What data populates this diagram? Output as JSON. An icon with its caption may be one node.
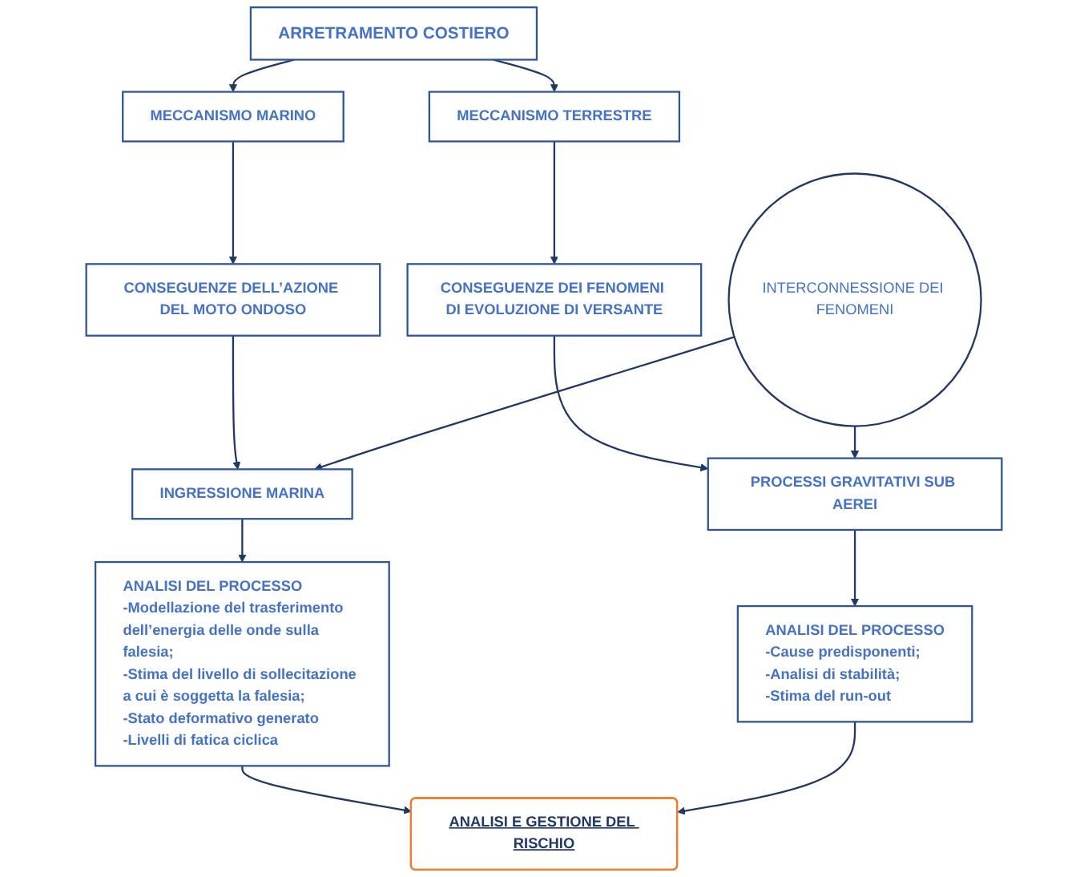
{
  "diagram": {
    "nodes": [
      {
        "text": [
          "ARRETRAMENTO COSTIERO"
        ]
      },
      {
        "text": [
          "MECCANISMO MARINO"
        ]
      },
      {
        "text": [
          "MECCANISMO TERRESTRE"
        ]
      },
      {
        "text": [
          "CONSEGUENZE DELL’AZIONE DEL MOTO ONDOSO"
        ]
      },
      {
        "text": [
          "CONSEGUENZE DEI FENOMENI DI EVOLUZIONE DI VERSANTE"
        ]
      },
      {
        "text": [
          "INGRESSIONE MARINA"
        ]
      },
      {
        "text": [
          "INTERCONNESSIONE DEI FENOMENI"
        ]
      },
      {
        "text": [
          "PROCESSI GRAVITATIVI SUB AEREI"
        ]
      },
      {
        "text": [
          "ANALISI DEL PROCESSO",
          "-Modellazione del trasferimento dell’energia delle onde sulla falesia;",
          "-Stima del livello di sollecitazione a cui è soggetta la falesia;",
          "-Stato deformativo generato",
          "-Livelli di fatica ciclica"
        ]
      },
      {
        "text": [
          "ANALISI DEL PROCESSO",
          "-Cause predisponenti;",
          "-Analisi di stabilità;",
          "-Stima del run-out"
        ]
      },
      {
        "text": [
          "ANALISI E GESTIONE DEL RISCHIO"
        ]
      }
    ],
    "edges": [
      {
        "from": 0,
        "to": 1,
        "arrow": "to"
      },
      {
        "from": 0,
        "to": 2,
        "arrow": "to"
      },
      {
        "from": 1,
        "to": 3,
        "arrow": "to"
      },
      {
        "from": 2,
        "to": 4,
        "arrow": "to"
      },
      {
        "from": 3,
        "to": 5,
        "arrow": "to"
      },
      {
        "from": 4,
        "to": 7,
        "arrow": "to"
      },
      {
        "from": 6,
        "to": 5,
        "arrow": "to"
      },
      {
        "from": 6,
        "to": 7,
        "arrow": "to"
      },
      {
        "from": 5,
        "to": 8,
        "arrow": "to"
      },
      {
        "from": 7,
        "to": 9,
        "arrow": "to"
      },
      {
        "from": 8,
        "to": 10,
        "arrow": "to"
      },
      {
        "from": 9,
        "to": 10,
        "arrow": "to"
      }
    ]
  }
}
